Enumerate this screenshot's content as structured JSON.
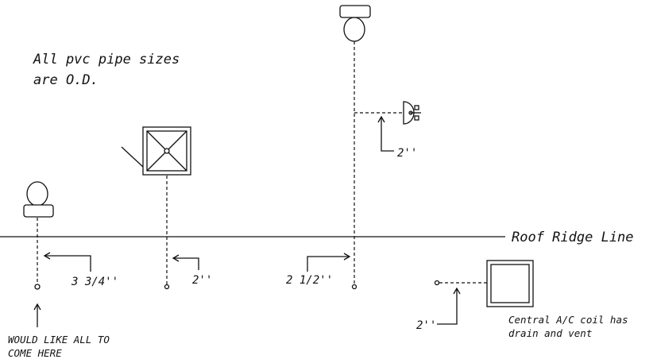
{
  "notes": {
    "pvc_line1": "All pvc pipe sizes",
    "pvc_line2": "are O.D.",
    "roof_ridge": "Roof Ridge Line",
    "come_here_line1": "WOULD LIKE ALL TO",
    "come_here_line2": "COME HERE",
    "ac_line1": "Central A/C coil has",
    "ac_line2": "drain and vent"
  },
  "pipe_sizes": {
    "toilet_left": "3 3/4''",
    "shower": "2''",
    "toilet_right": "2 1/2''",
    "sink": "2''",
    "ac_coil": "2''"
  },
  "colors": {
    "ink": "#111111",
    "background": "#ffffff"
  },
  "icons": [
    "toilet-icon",
    "shower-drain-icon",
    "sink-icon",
    "ac-coil-icon",
    "cleanout-icon",
    "arrow-icon"
  ]
}
